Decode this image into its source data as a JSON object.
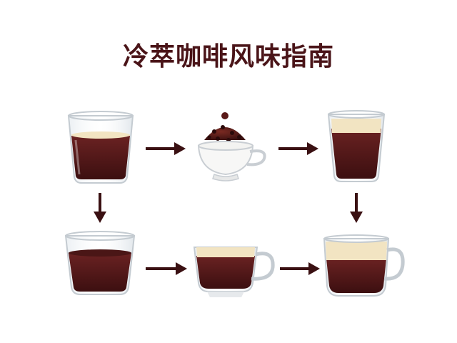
{
  "title": "冷萃咖啡风味指南",
  "colors": {
    "title": "#4a1418",
    "coffee": "#5a1c1e",
    "coffee_dark": "#3a0f10",
    "crema": "#f2e4c2",
    "arrow": "#3a1012",
    "glass": "#c9ced3"
  },
  "nodes": [
    {
      "id": "glass-tumbler-iced",
      "icon": "tumbler-glass-icon"
    },
    {
      "id": "coffee-grounds-bowl",
      "icon": "coffee-grounds-bowl-icon"
    },
    {
      "id": "tall-glass-crema",
      "icon": "tall-glass-icon"
    },
    {
      "id": "glass-tumbler-cold-brew",
      "icon": "tumbler-glass-icon"
    },
    {
      "id": "glass-mug-latte",
      "icon": "glass-mug-icon"
    },
    {
      "id": "glass-mug-cream",
      "icon": "glass-mug-icon"
    }
  ],
  "flow": [
    [
      "glass-tumbler-iced",
      "coffee-grounds-bowl"
    ],
    [
      "coffee-grounds-bowl",
      "tall-glass-crema"
    ],
    [
      "glass-tumbler-iced",
      "glass-tumbler-cold-brew"
    ],
    [
      "tall-glass-crema",
      "glass-mug-cream"
    ],
    [
      "glass-tumbler-cold-brew",
      "glass-mug-latte"
    ],
    [
      "glass-mug-latte",
      "glass-mug-cream"
    ]
  ]
}
